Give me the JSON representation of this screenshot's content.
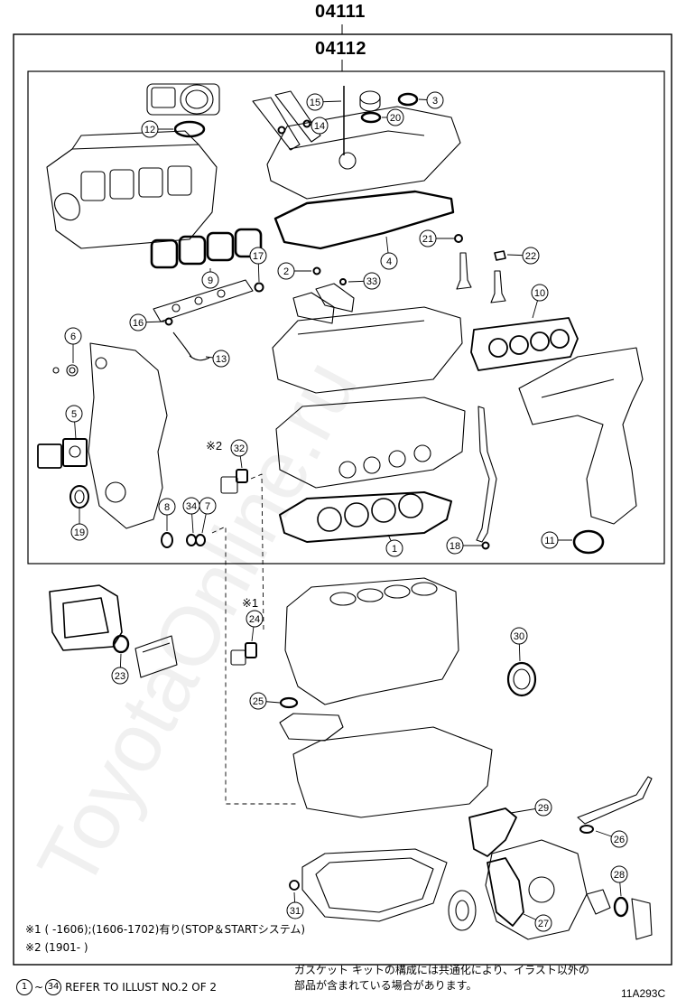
{
  "titles": {
    "outer": "04111",
    "inner": "04112"
  },
  "watermark": "ToyotaOnline.ru",
  "callouts": [
    "1",
    "2",
    "3",
    "4",
    "5",
    "6",
    "7",
    "8",
    "9",
    "10",
    "11",
    "12",
    "13",
    "14",
    "15",
    "16",
    "17",
    "18",
    "19",
    "20",
    "21",
    "22",
    "23",
    "24",
    "25",
    "26",
    "27",
    "28",
    "29",
    "30",
    "31",
    "32",
    "33",
    "34"
  ],
  "markers": {
    "m1": "※1",
    "m2": "※2"
  },
  "notes": {
    "n1": "※1 (      -1606);(1606-1702)有り(STOP＆STARTシステム)",
    "n2": "※2 (1901-      )",
    "refer_suffix": "REFER TO ILLUST NO.2 OF 2",
    "jp_line1": "ガスケット キットの構成には共通化により、イラスト以外の",
    "jp_line2": "部品が含まれている場合があります。",
    "illust_code": "11A293C"
  }
}
